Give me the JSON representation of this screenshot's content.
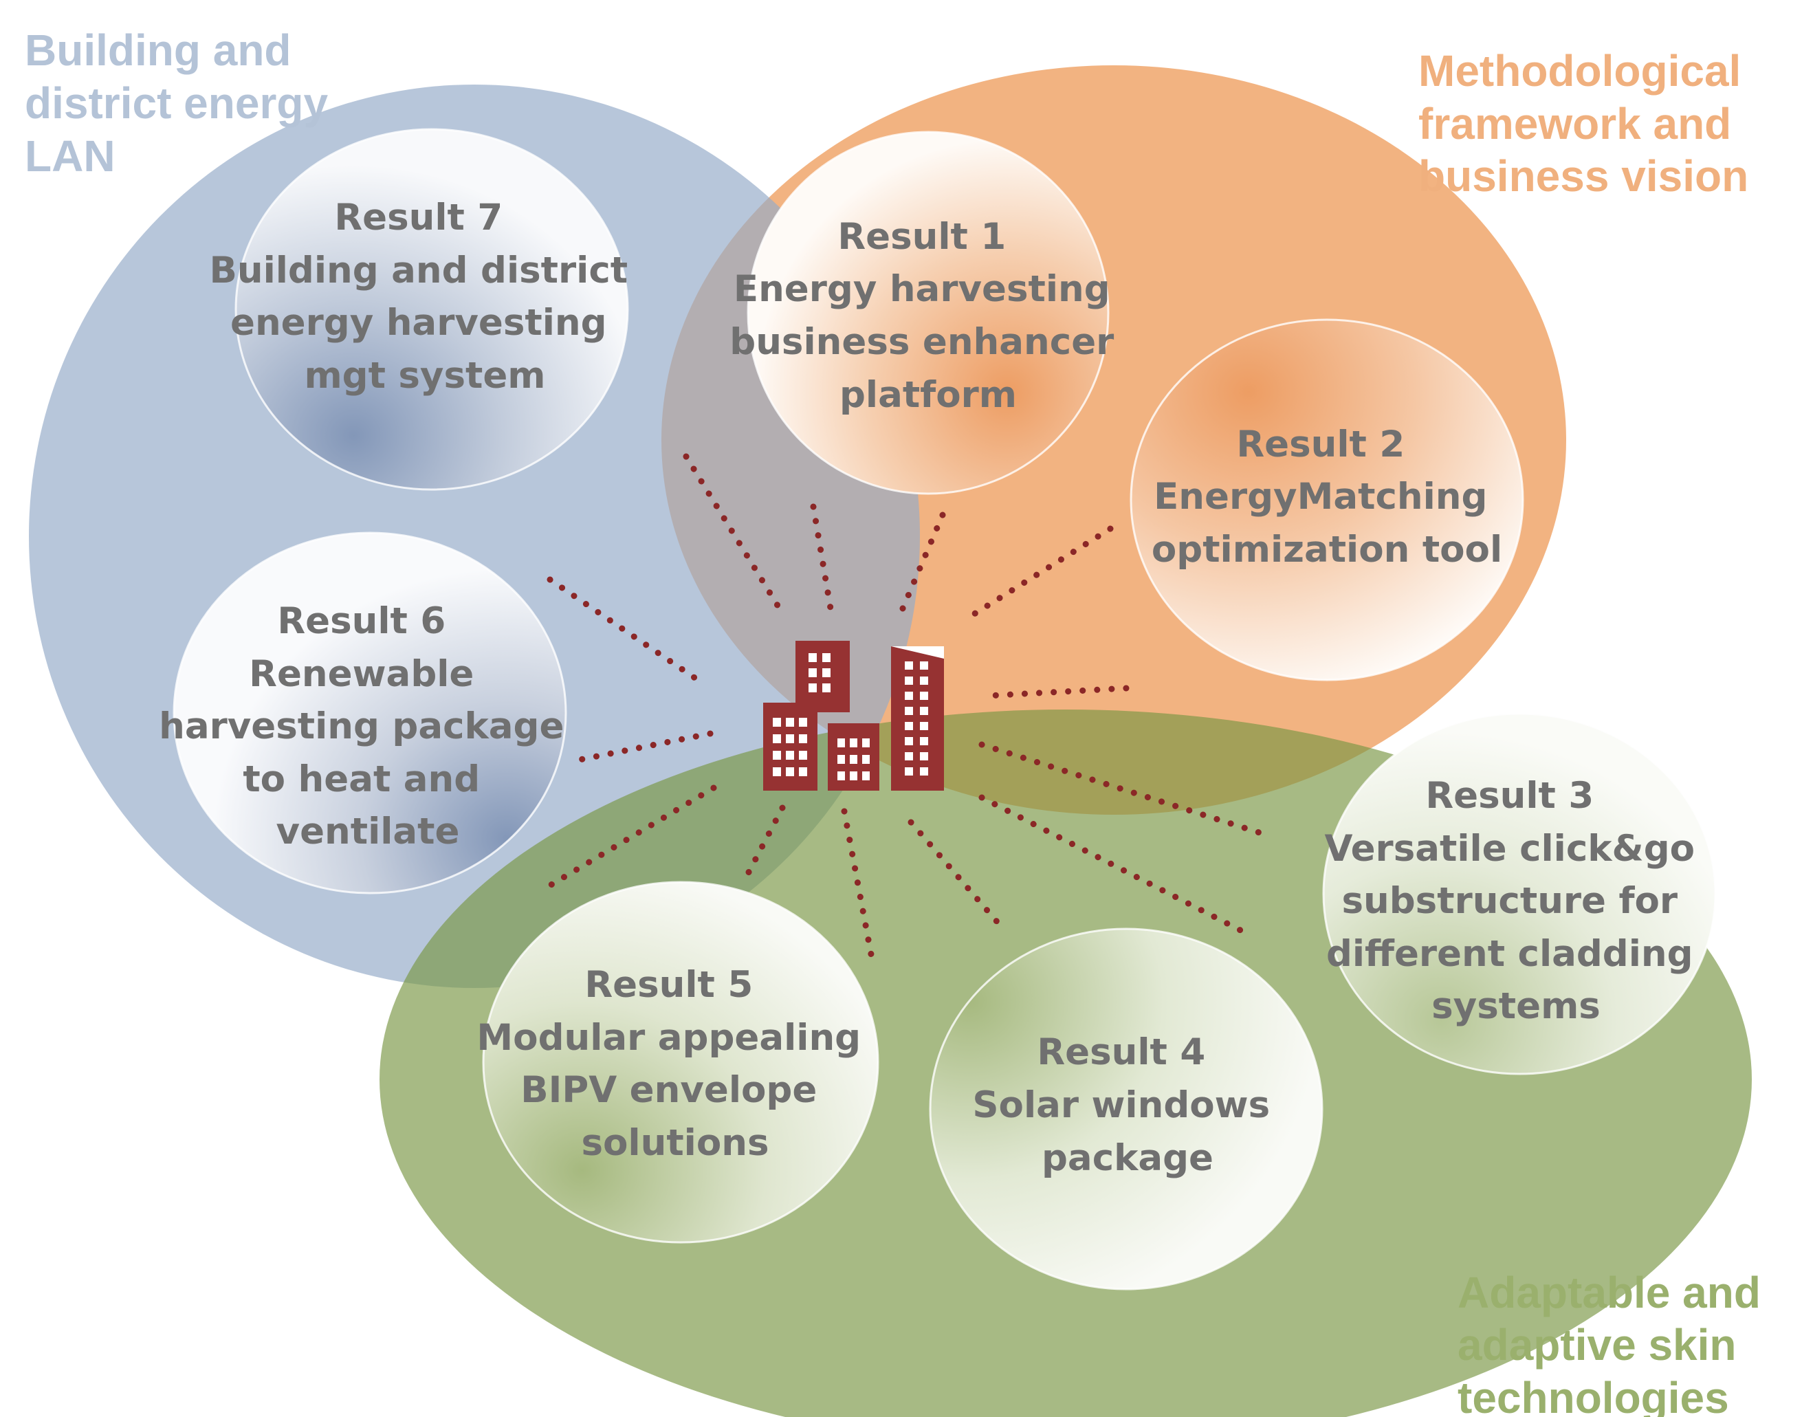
{
  "colors": {
    "blue_area": "#b7c5d8",
    "orange_area": "#f0b481",
    "green_area": "#a5b97c",
    "blue_label": "#b4c3d7",
    "orange_label": "#f0b07e",
    "green_label": "#9ab06d",
    "connector_dots": "#8b2727",
    "building": "#963232",
    "result_text": "#707070"
  },
  "areas": {
    "blue": {
      "label_lines": [
        "Building and",
        "district energy",
        "LAN"
      ]
    },
    "orange": {
      "label_lines": [
        "Methodological",
        "framework and",
        "business vision"
      ]
    },
    "green": {
      "label_lines": [
        "Adaptable and",
        "adaptive skin",
        "technologies"
      ]
    }
  },
  "center_icon": "city-buildings-icon",
  "results": [
    {
      "id": "result1",
      "lines": [
        "Result 1",
        "Energy harvesting",
        "business enhancer",
        "platform"
      ]
    },
    {
      "id": "result2",
      "lines": [
        "Result 2",
        "EnergyMatching",
        "optimization tool"
      ]
    },
    {
      "id": "result3",
      "lines": [
        "Result 3",
        "Versatile click&go",
        "substructure for",
        "different cladding",
        "systems"
      ]
    },
    {
      "id": "result4",
      "lines": [
        "Result 4",
        "Solar windows",
        "package"
      ]
    },
    {
      "id": "result5",
      "lines": [
        "Result 5",
        "Modular appealing",
        "BIPV envelope",
        "solutions"
      ]
    },
    {
      "id": "result6",
      "lines": [
        "Result 6",
        "Renewable",
        "harvesting package",
        "to heat and",
        "ventilate"
      ]
    },
    {
      "id": "result7",
      "lines": [
        "Result 7",
        "Building and district",
        "energy harvesting",
        "mgt system"
      ]
    }
  ]
}
